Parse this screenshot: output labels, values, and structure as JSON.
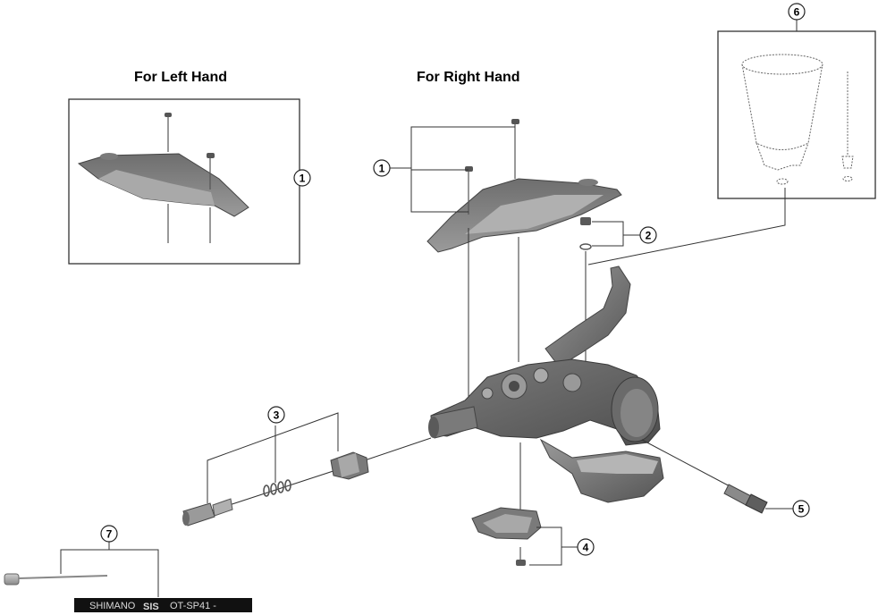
{
  "headings": {
    "left_hand": "For Left Hand",
    "right_hand": "For Right Hand"
  },
  "callouts": [
    "1",
    "1",
    "2",
    "3",
    "4",
    "5",
    "6",
    "7"
  ],
  "cable_print": {
    "brand": "SHIMANO",
    "code": "SIS",
    "model": "OT-SP41 -"
  },
  "colors": {
    "part_dark": "#5a5a5a",
    "part_mid": "#8a8a8a",
    "part_light": "#b5b5b5",
    "line": "#333333",
    "cable_black": "#111111"
  }
}
